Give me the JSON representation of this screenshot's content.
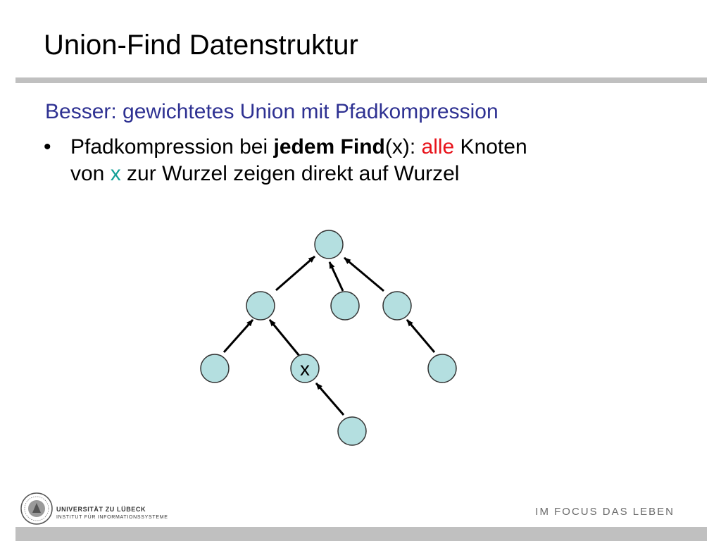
{
  "slide": {
    "title": "Union-Find Datenstruktur",
    "subtitle": "Besser: gewichtetes Union mit Pfadkompression",
    "bullet": {
      "symbol": "•",
      "line1_a": "Pfadkompression bei ",
      "line1_b": "jedem Find",
      "line1_c": "(x): ",
      "line1_d": "alle",
      "line1_e": " Knoten",
      "line2_a": "von ",
      "line2_b": "x",
      "line2_c": " zur Wurzel zeigen direkt auf Wurzel"
    }
  },
  "diagram": {
    "node_label_x": "x",
    "node_fill": "#b4dfe0",
    "node_stroke": "#333333",
    "arrow_color": "#000000"
  },
  "footer": {
    "university": "UNIVERSITÄT ZU LÜBECK",
    "institute": "INSTITUT FÜR INFORMATIONSSYSTEME",
    "motto": "IM FOCUS DAS LEBEN"
  },
  "colors": {
    "subtitle": "#2e3192",
    "highlight_red": "#e8141c",
    "highlight_teal": "#14a098",
    "rule_gray": "#c0c0c0"
  }
}
